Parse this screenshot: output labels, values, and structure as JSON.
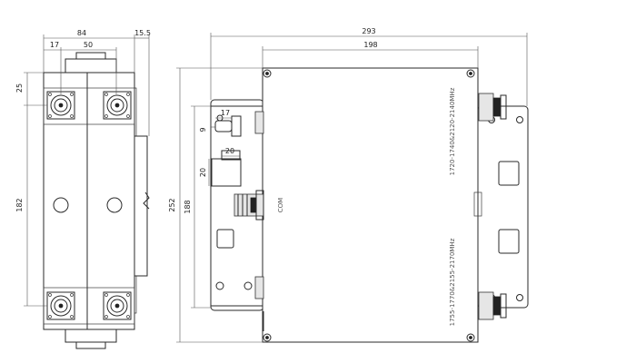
{
  "dimensions": {
    "side_width": "84",
    "side_offset": "15.5",
    "side_port_left": "17",
    "side_port_spacing": "50",
    "side_top": "25",
    "side_height": "182",
    "main_width": "293",
    "main_body_width": "198",
    "main_height": "252",
    "main_body_height": "188",
    "detail_width_a": "17",
    "detail_height_a": "9",
    "detail_width_b": "20",
    "detail_height_b": "20"
  },
  "labels": {
    "com": "COM",
    "band_upper": "1720-1740&2120-2140MHz",
    "band_lower": "1755-1770&2155-2170MHz"
  }
}
